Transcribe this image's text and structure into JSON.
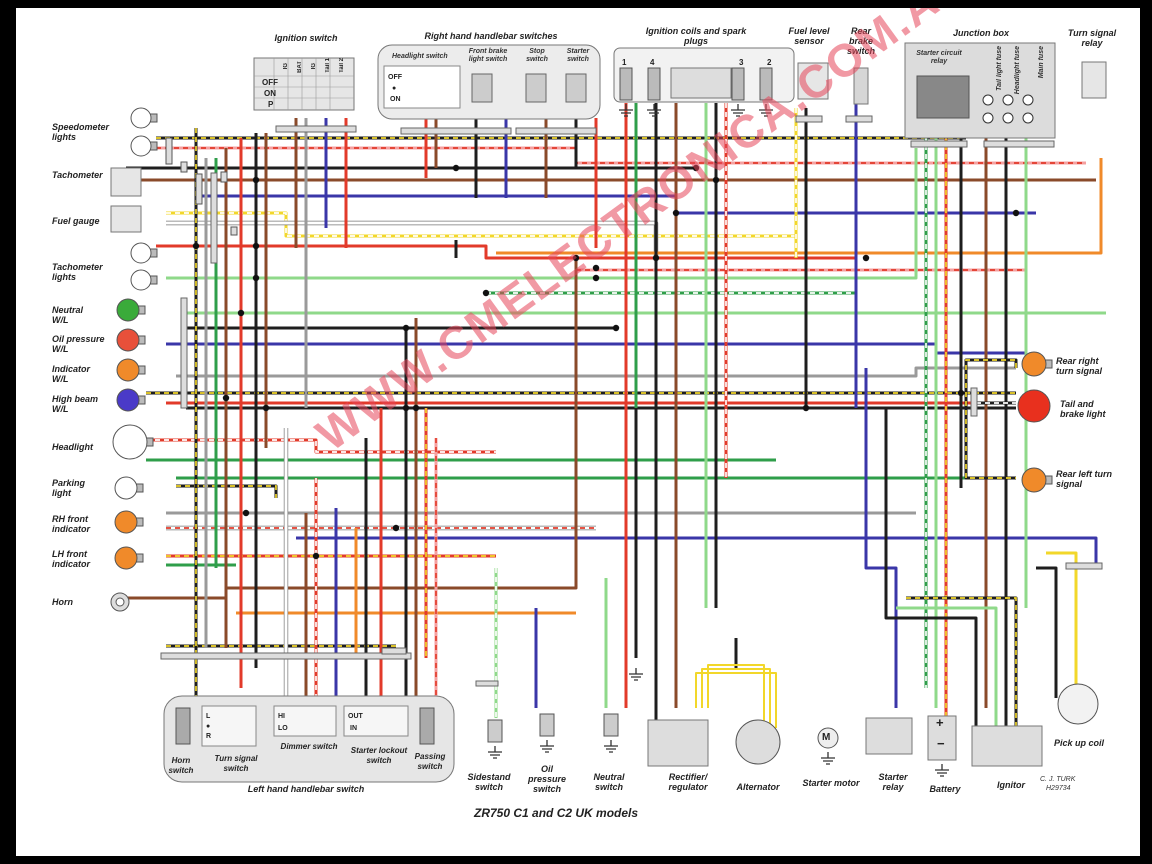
{
  "title": "ZR750 C1 and C2 UK models",
  "credit": {
    "author": "C. J. TURK",
    "code": "H29734"
  },
  "watermark": "WWW.CMELECTRONICA.COM.AR",
  "groups": {
    "ignition_switch": "Ignition switch",
    "rh_switches": "Right hand handlebar switches",
    "ignition_coils": "Ignition coils and spark plugs",
    "fuel_level": "Fuel level sensor",
    "rear_brake": "Rear brake switch",
    "junction_box": "Junction box",
    "turn_relay": "Turn signal relay",
    "lh_switch": "Left hand handlebar switch"
  },
  "rh_switch_labels": {
    "headlight": "Headlight switch",
    "front_brake": "Front brake light switch",
    "stop": "Stop switch",
    "starter": "Starter switch"
  },
  "junction_labels": {
    "starter_relay": "Starter circuit relay",
    "headlight_fuse": "Headlight fuse",
    "taillight_fuse": "Tail light fuse",
    "main_fuse": "Main fuse"
  },
  "ignition_switch_states": [
    "OFF",
    "ON",
    "P"
  ],
  "ignition_switch_cols": [
    "IG",
    "BAT",
    "IG",
    "Tail 1",
    "Tail 2"
  ],
  "headlight_switch_states": [
    "OFF",
    "●",
    "ON"
  ],
  "coil_numbers": [
    "1",
    "4",
    "3",
    "2"
  ],
  "left_components": [
    "Speedometer lights",
    "Tachometer",
    "Fuel gauge",
    "Tachometer lights",
    "Neutral W/L",
    "Oil pressure W/L",
    "Indicator W/L",
    "High beam W/L",
    "Headlight",
    "Parking light",
    "RH front indicator",
    "LH front indicator",
    "Horn"
  ],
  "right_components": [
    "Rear right turn signal",
    "Tail and brake light",
    "Rear left turn signal",
    "Pick up coil"
  ],
  "lh_switch_labels": {
    "horn": "Horn switch",
    "turn": "Turn signal switch",
    "dimmer": "Dimmer switch",
    "lockout": "Starter lockout switch",
    "passing": "Passing switch"
  },
  "lh_switch_states": {
    "turn": [
      "L",
      "●",
      "R"
    ],
    "dimmer": [
      "HI",
      "LO"
    ],
    "lockout": [
      "OUT",
      "IN"
    ]
  },
  "bottom_components": {
    "sidestand": "Sidestand switch",
    "oil_pressure": "Oil pressure switch",
    "neutral": "Neutral switch",
    "rectifier": "Rectifier/ regulator",
    "alternator": "Alternator",
    "starter_motor": "Starter motor",
    "starter_relay": "Starter relay",
    "battery": "Battery",
    "ignitor": "Ignitor"
  },
  "symbols": {
    "motor": "M",
    "plus": "+",
    "minus": "−"
  },
  "colors": {
    "black": "#1e1e1e",
    "brown": "#8a4a2a",
    "red": "#e23a2a",
    "green": "#2f9e4a",
    "light_green": "#8fd98a",
    "blue": "#3a36a8",
    "orange": "#f08a2a",
    "yellow": "#f2d72a",
    "grey": "#9a9a9a",
    "white": "#ffffff",
    "pink": "#f4a0a0"
  }
}
